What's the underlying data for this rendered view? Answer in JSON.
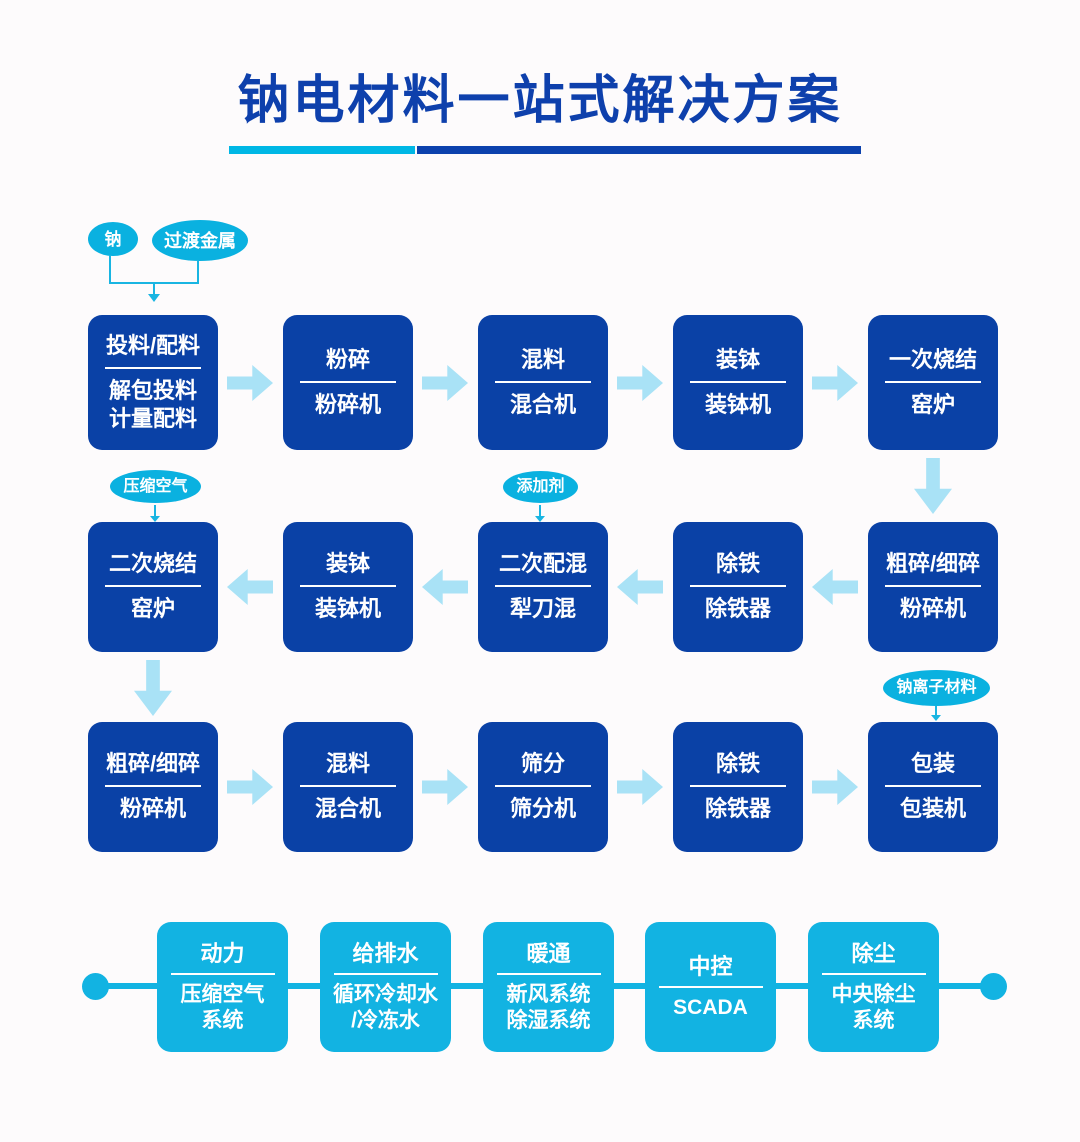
{
  "title": {
    "text": "钠电材料一站式解决方案"
  },
  "colors": {
    "title_blue": "#0e40ac",
    "box_blue": "#0a41a6",
    "accent_cyan": "#12b3e2",
    "oval_cyan": "#0ab1e0",
    "arrow_light_blue": "#a9e2f6",
    "underline_cyan": "#00b7e5",
    "underline_blue": "#0c41ad",
    "background": "#fdfbfc"
  },
  "inputs": {
    "sodium": "钠",
    "transition_metal": "过渡金属",
    "compressed_air": "压缩空气",
    "additive": "添加剂",
    "sodium_ion_material": "钠离子材料"
  },
  "flow": {
    "rows": [
      {
        "direction": "right",
        "boxes": [
          {
            "title": "投料/配料",
            "sub": [
              "解包投料",
              "计量配料"
            ]
          },
          {
            "title": "粉碎",
            "sub": [
              "粉碎机"
            ]
          },
          {
            "title": "混料",
            "sub": [
              "混合机"
            ]
          },
          {
            "title": "装钵",
            "sub": [
              "装钵机"
            ]
          },
          {
            "title": "一次烧结",
            "sub": [
              "窑炉"
            ]
          }
        ]
      },
      {
        "direction": "left",
        "boxes": [
          {
            "title": "二次烧结",
            "sub": [
              "窑炉"
            ]
          },
          {
            "title": "装钵",
            "sub": [
              "装钵机"
            ]
          },
          {
            "title": "二次配混",
            "sub": [
              "犁刀混"
            ]
          },
          {
            "title": "除铁",
            "sub": [
              "除铁器"
            ]
          },
          {
            "title": "粗碎/细碎",
            "sub": [
              "粉碎机"
            ]
          }
        ]
      },
      {
        "direction": "right",
        "boxes": [
          {
            "title": "粗碎/细碎",
            "sub": [
              "粉碎机"
            ]
          },
          {
            "title": "混料",
            "sub": [
              "混合机"
            ]
          },
          {
            "title": "筛分",
            "sub": [
              "筛分机"
            ]
          },
          {
            "title": "除铁",
            "sub": [
              "除铁器"
            ]
          },
          {
            "title": "包装",
            "sub": [
              "包装机"
            ]
          }
        ]
      }
    ]
  },
  "utilities": {
    "boxes": [
      {
        "title": "动力",
        "sub": [
          "压缩空气",
          "系统"
        ]
      },
      {
        "title": "给排水",
        "sub": [
          "循环冷却水",
          "/冷冻水"
        ]
      },
      {
        "title": "暖通",
        "sub": [
          "新风系统",
          "除湿系统"
        ]
      },
      {
        "title": "中控",
        "sub": [
          "SCADA"
        ]
      },
      {
        "title": "除尘",
        "sub": [
          "中央除尘",
          "系统"
        ]
      }
    ]
  }
}
